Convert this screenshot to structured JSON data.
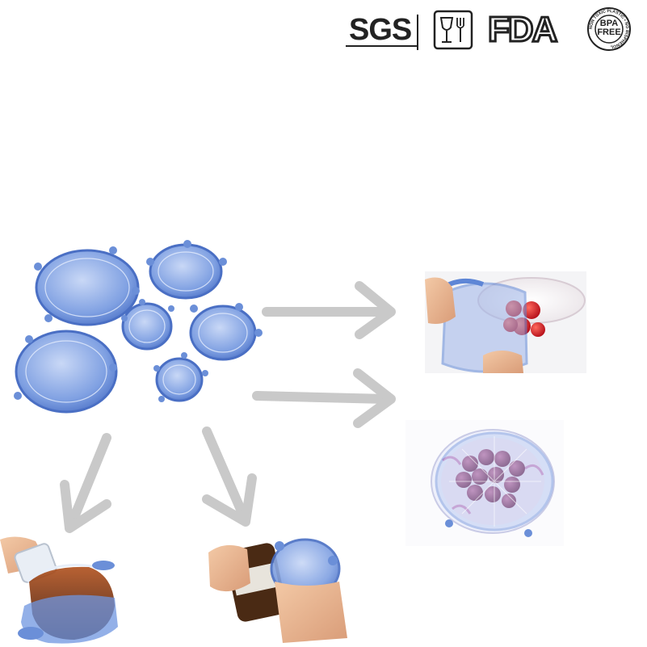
{
  "certifications": {
    "sgs": "SGS",
    "food_grade_icon": "wine-glass-fork-icon",
    "fda": "FDA",
    "bpa_free": {
      "center_line1": "BPA",
      "center_line2": "FREE",
      "ring_text": "NON TOXIC PLASTIC • NO BISPHENOL"
    }
  },
  "colors": {
    "lid_blue": "#5f86d6",
    "lid_blue_light": "#a9c0ee",
    "arrow_gray": "#c8c8c8",
    "tomato_red": "#d8202a",
    "grape_purple": "#8a2a5a"
  },
  "scene": {
    "product": "set of six blue silicone stretch lids",
    "uses": [
      "lid stretched over a bowl of cherry tomatoes",
      "lid covering a plate of grapes",
      "lid covering a glass of tea",
      "lid used as a jar opener grip"
    ]
  }
}
